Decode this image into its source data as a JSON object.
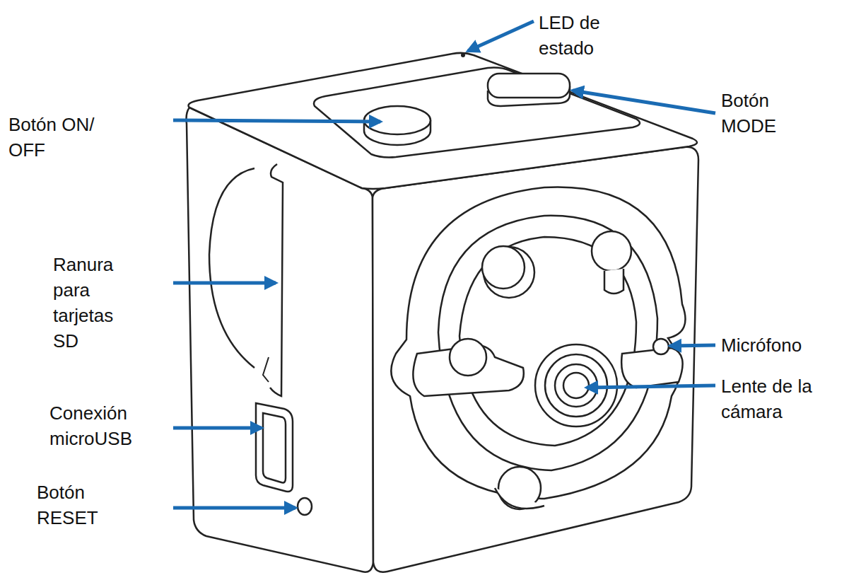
{
  "diagram": {
    "labels": [
      "LED de estado",
      "Botón MODE",
      "Botón ON/ OFF",
      "Ranura para tarjetas SD",
      "Conexión microUSB",
      "Botón RESET",
      "Micrófono",
      "Lente de la cámara"
    ]
  }
}
